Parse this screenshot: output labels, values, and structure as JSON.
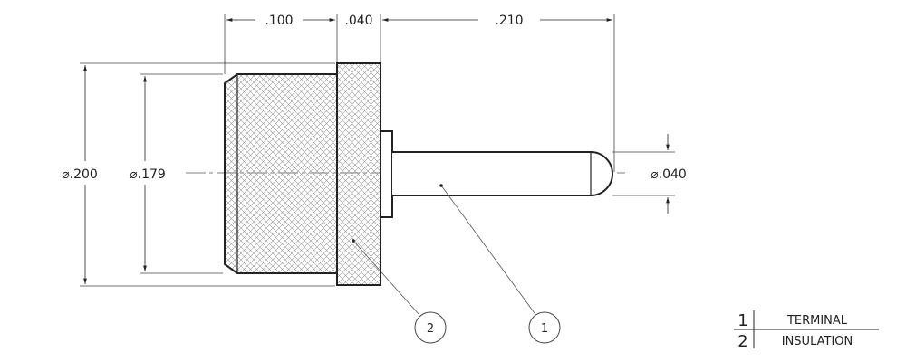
{
  "dimensions": {
    "length_insulation": ".100",
    "length_flange": ".040",
    "length_terminal": ".210",
    "diameter_outer": "⌀.200",
    "diameter_inner": "⌀.179",
    "diameter_pin": "⌀.040"
  },
  "balloons": [
    {
      "number": "1"
    },
    {
      "number": "2"
    }
  ],
  "bom": [
    {
      "item": "1",
      "description": "TERMINAL"
    },
    {
      "item": "2",
      "description": "INSULATION"
    }
  ],
  "colors": {
    "line": "#222222",
    "hatch": "#9a9a9a"
  }
}
